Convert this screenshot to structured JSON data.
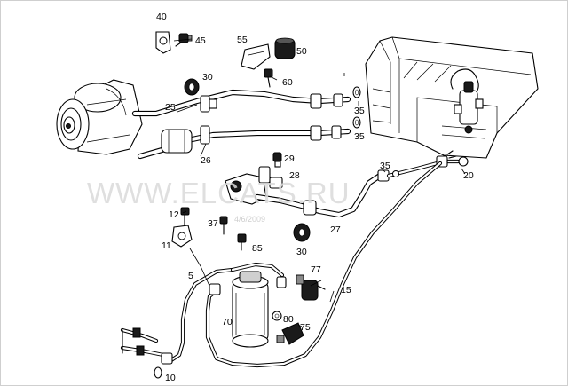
{
  "watermark": {
    "text": "WWW.ELCATS.RU",
    "stamp": "4/6/2009"
  },
  "callouts": {
    "c40": "40",
    "c45": "45",
    "c55": "55",
    "c50": "50",
    "c60": "60",
    "c30a": "30",
    "c25": "25",
    "c35a": "35",
    "c35b": "35",
    "c26": "26",
    "c29": "29",
    "c28": "28",
    "c35c": "35",
    "c20": "20",
    "c12": "12",
    "c37": "37",
    "c85": "85",
    "c27": "27",
    "c11": "11",
    "c30b": "30",
    "c5": "5",
    "c77": "77",
    "c15": "15",
    "c70": "70",
    "c80": "80",
    "c75": "75",
    "c10": "10"
  }
}
